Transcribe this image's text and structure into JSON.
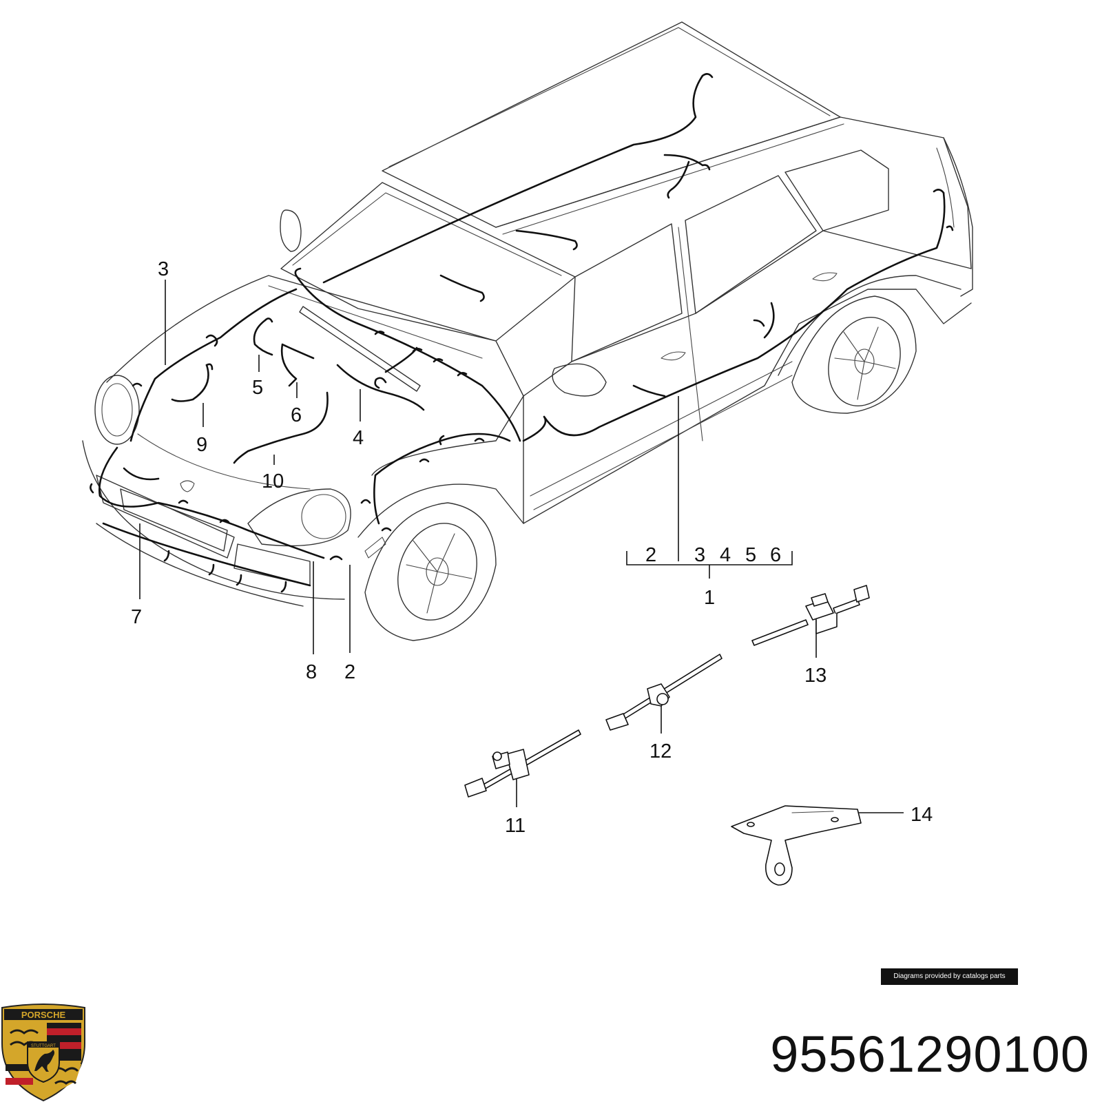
{
  "diagram": {
    "callouts": [
      {
        "id": "c3",
        "label": "3"
      },
      {
        "id": "c5",
        "label": "5"
      },
      {
        "id": "c6",
        "label": "6"
      },
      {
        "id": "c9",
        "label": "9"
      },
      {
        "id": "c4",
        "label": "4"
      },
      {
        "id": "c10",
        "label": "10"
      },
      {
        "id": "c7",
        "label": "7"
      },
      {
        "id": "c8",
        "label": "8"
      },
      {
        "id": "c2a",
        "label": "2"
      },
      {
        "id": "c13",
        "label": "13"
      },
      {
        "id": "c12",
        "label": "12"
      },
      {
        "id": "c11",
        "label": "11"
      },
      {
        "id": "c14",
        "label": "14"
      }
    ],
    "bracket_group": {
      "sub_labels": [
        "2",
        "3",
        "4",
        "5",
        "6"
      ],
      "group_label": "1"
    }
  },
  "footer": {
    "credit": "Diagrams provided by catalogs parts",
    "part_number": "95561290100",
    "brand_crest_text": "PORSCHE",
    "brand_crest_subtext": "STUTTGART"
  },
  "colors": {
    "line": "#111111",
    "crest_gold": "#d4a62a",
    "crest_red": "#c0202a",
    "crest_black": "#1a1a1a"
  }
}
